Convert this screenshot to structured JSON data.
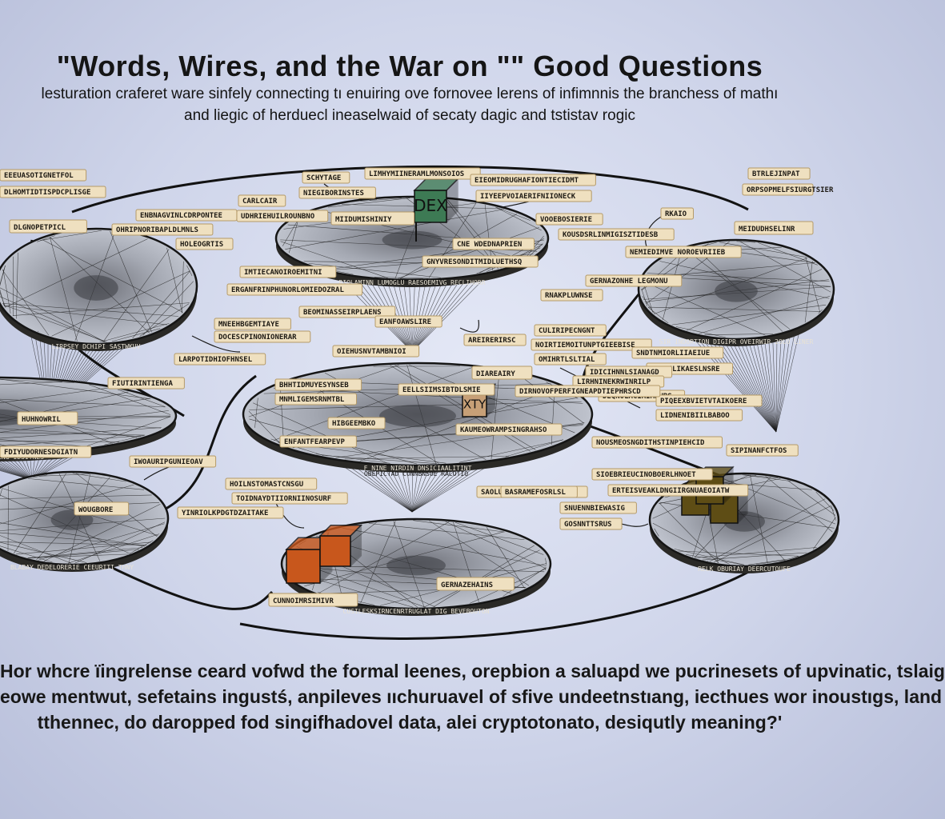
{
  "title": "\"Words, Wires, and the War on \"\" Good Questions",
  "subtitle_lines": [
    "lesturation craferet ware sinfely connecting tı enuiring ove fornovee lerens of infimnnis the branchess of mathı",
    "and liegic of herduecl ineaselwaid of secaty dagic and tstistav rogic"
  ],
  "bottom_lines": [
    "Hor whcre ïingrelense ceard vofwd the formal leenes,  orepbion a saluapd we pucrinesets of upvinatic,  tslaig",
    "eowe mentwut,  sefetains  ingustś,  anpileves ııchuruavel of sfive undeetnstıang,  iecthues wor inoustıgs,  land",
    "tthennec,  do daropped fod singifhadovel data,  alei  cryptotonato,  desiqutly meaning?'"
  ],
  "disc_labels": [
    "DLGNOPETPICL",
    "MIIDUMISHINIY",
    "MEIDUDHSELINR",
    "DIAREAIRY",
    "HUHNOWRIL",
    "WOUGBORE",
    "CUNNOIMRSIMIVR",
    "GERNAZEHAINS"
  ],
  "band_labels": [
    "LIRPSEY DCHIPI SASTWKUV",
    "RIOLAMINN   LUMOGLU RAESOEMIVG RECLIHORR",
    "SIR INDORTION DIGIPR OVEIRWIR 2OLO LINER",
    "FUSPEBLUD IOENMENG IDSITNES",
    "F NINE NIRDIN DNSICIAALITINT",
    "OBEPICTAD CONNBNSOE RACOTIO",
    "CUSILESKSIRNCENRTRUGLAT DIG BEVEBOUTON",
    "RELK OBURIAY DEERCUTOUFE",
    "BLABAY DEDELORERIE  CEEURITI THNY"
  ],
  "cube_labels": [
    "DEX",
    "XTY"
  ],
  "callouts": [
    "EEEUASOTIGNETFOL",
    "DLHOMTIDTISPDCPLISGE",
    "SCHYTAGE",
    "LIMHYMIINERAMLMONSOIOS",
    "NIEGIBORINSTES",
    "EIEOMIDRUGHAFIONTIECIDMT",
    "IIYEEPVOIAERIFNIIONECK",
    "BTRLEJINPAT",
    "ORPSOPMELFSIURGTSIER",
    "ENBNAGVINLCDRPONTEE",
    "OHRIPNORIBAPLDLMNLS",
    "HOLEOGRTIS",
    "CARLCAIR",
    "UDHRIEHUILROUNBNO",
    "VOOEBOSIERIE",
    "KOUSDSRLINMIGISZTIDESB",
    "RKAIO",
    "NEMIEDIMVE NOROEVRIIEB",
    "CNE WDEDNAPRIEN",
    "GNYVRESONDITMIDLUETHSQ",
    "IMTIECANOIROEMITNI",
    "ERGANFRINPHUNORLOMIEDOZRAL",
    "GERNAZONHE LEGMONU",
    "RNAKPLUWNSE",
    "BEOMINASSEIRPLAENS",
    "MNEEHBGEMTIAYE",
    "DOCESCPINONIONERAR",
    "EANFOAWSLIRE",
    "AREIRERIRSC",
    "CULIRIPECNGNT",
    "NOIRTIEMOITUNPTGIEEBISE",
    "OMIHRTLSLTIAL",
    "LARPOTIDHIOFHNSEL",
    "OIEHUSNVTAMBNIOI",
    "SNDTNMIORLIIAEIUE",
    "MIUTILIKAESLNSRE",
    "IDICIHNNLSIANAGD",
    "LIRHNINEKRWINRILP",
    "DEQNOLACIAIMHUBS",
    "PIQEEXBVIETVTAIKOERE",
    "LIDNENIBIILBABOO",
    "FIUTIRINTIENGA",
    "BHHTIDMUYESYNSEB",
    "EELLSIIMSIBTDLSMIE",
    "DIRNOVOFPERFIGNEAPDTIEPHRSCD",
    "MNMLIGEMSRNMTBL",
    "HIBGEEMBKO",
    "ENFANTFEARPEVP",
    "KAUMEOWRAMPSINGRAHSO",
    "NOUSMEOSNGDITHSTINPIEHCID",
    "SIPINANFCTFOS",
    "FDIYUDORNESDGIATN",
    "IWOAURIPGUNIEOAV",
    "SIOEBRIEUCINOBOERLHNOET",
    "ERTEISVEAKLDNGIIRGNUAEOIATW",
    "HOILNSTOMASTCNSGU",
    "TOIDNAYDTIIORNIINOSURF",
    "YINRIOLKPDGTDZAITAKE",
    "SAOLUEGHSIEBOCEHSEOOE",
    "BASRAMEFOSRLSL",
    "SNUENNBIEWASIG",
    "GOSNNTTSRUS"
  ],
  "colors": {
    "background": "#cfd5ea",
    "disc_fill": "#9fa3ad",
    "disc_band": "#2a2926",
    "label_fill": "#efe0c0",
    "label_stroke": "#b49a68",
    "cube_green": "#3d7a54",
    "cube_orange": "#c8571c",
    "cube_tan": "#c7a077",
    "cube_olive": "#5e4d15",
    "ink": "#151515"
  }
}
